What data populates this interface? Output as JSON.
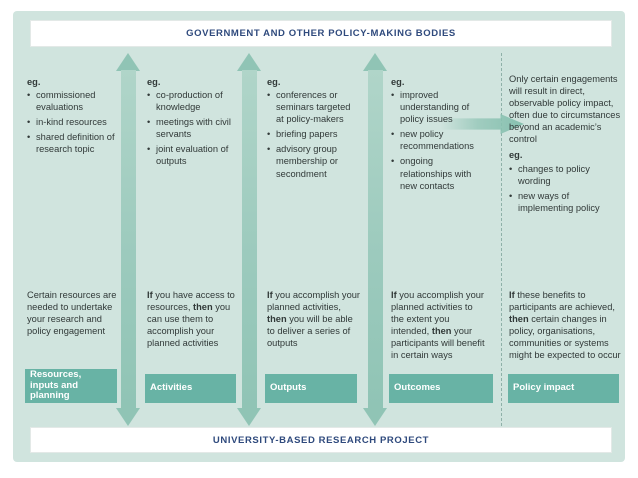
{
  "banners": {
    "top": "GOVERNMENT AND OTHER POLICY-MAKING BODIES",
    "bottom": "UNIVERSITY-BASED RESEARCH PROJECT"
  },
  "eg_label": "eg.",
  "colors": {
    "diagram_background": "#d0e4de",
    "label_teal": "#68b3a5",
    "arrow_teal": "#90c4b5",
    "banner_text_navy": "#2f4a7d",
    "body_text": "#313938"
  },
  "columns": [
    {
      "label": "Resources, inputs and planning",
      "examples": [
        "commissioned evaluations",
        "in-kind resources",
        "shared definition of research topic"
      ],
      "statement": [
        {
          "t": "Certain resources are needed to undertake your research and policy engagement",
          "b": false
        }
      ]
    },
    {
      "label": "Activities",
      "examples": [
        "co-production of knowledge",
        "meetings with civil servants",
        "joint evaluation of outputs"
      ],
      "statement": [
        {
          "t": "If",
          "b": true
        },
        {
          "t": " you have access to  resources, ",
          "b": false
        },
        {
          "t": "then",
          "b": true
        },
        {
          "t": " you can use them to accomplish your planned activities",
          "b": false
        }
      ]
    },
    {
      "label": "Outputs",
      "examples": [
        "conferences or seminars targeted at policy-makers",
        "briefing papers",
        "advisory group membership or secondment"
      ],
      "statement": [
        {
          "t": "If",
          "b": true
        },
        {
          "t": " you accomplish your planned activities, ",
          "b": false
        },
        {
          "t": "then",
          "b": true
        },
        {
          "t": " you will be able to deliver a series of outputs",
          "b": false
        }
      ]
    },
    {
      "label": "Outcomes",
      "examples": [
        "improved understanding of policy issues",
        "new policy recommendations",
        "ongoing relationships with new contacts"
      ],
      "statement": [
        {
          "t": "If",
          "b": true
        },
        {
          "t": " you accomplish your planned activities to the extent you intended, ",
          "b": false
        },
        {
          "t": "then",
          "b": true
        },
        {
          "t": " your participants will benefit in certain ways",
          "b": false
        }
      ]
    },
    {
      "label": "Policy impact",
      "intro": "Only certain engagements will result in direct, observable policy impact, often due to circumstances beyond an academic’s control",
      "examples": [
        "changes to policy wording",
        "new ways of implementing policy"
      ],
      "statement": [
        {
          "t": "If",
          "b": true
        },
        {
          "t": " these benefits to participants are achieved, ",
          "b": false
        },
        {
          "t": "then",
          "b": true
        },
        {
          "t": " certain changes in policy, organisations, communities or systems might be expected to occur",
          "b": false
        }
      ]
    }
  ]
}
